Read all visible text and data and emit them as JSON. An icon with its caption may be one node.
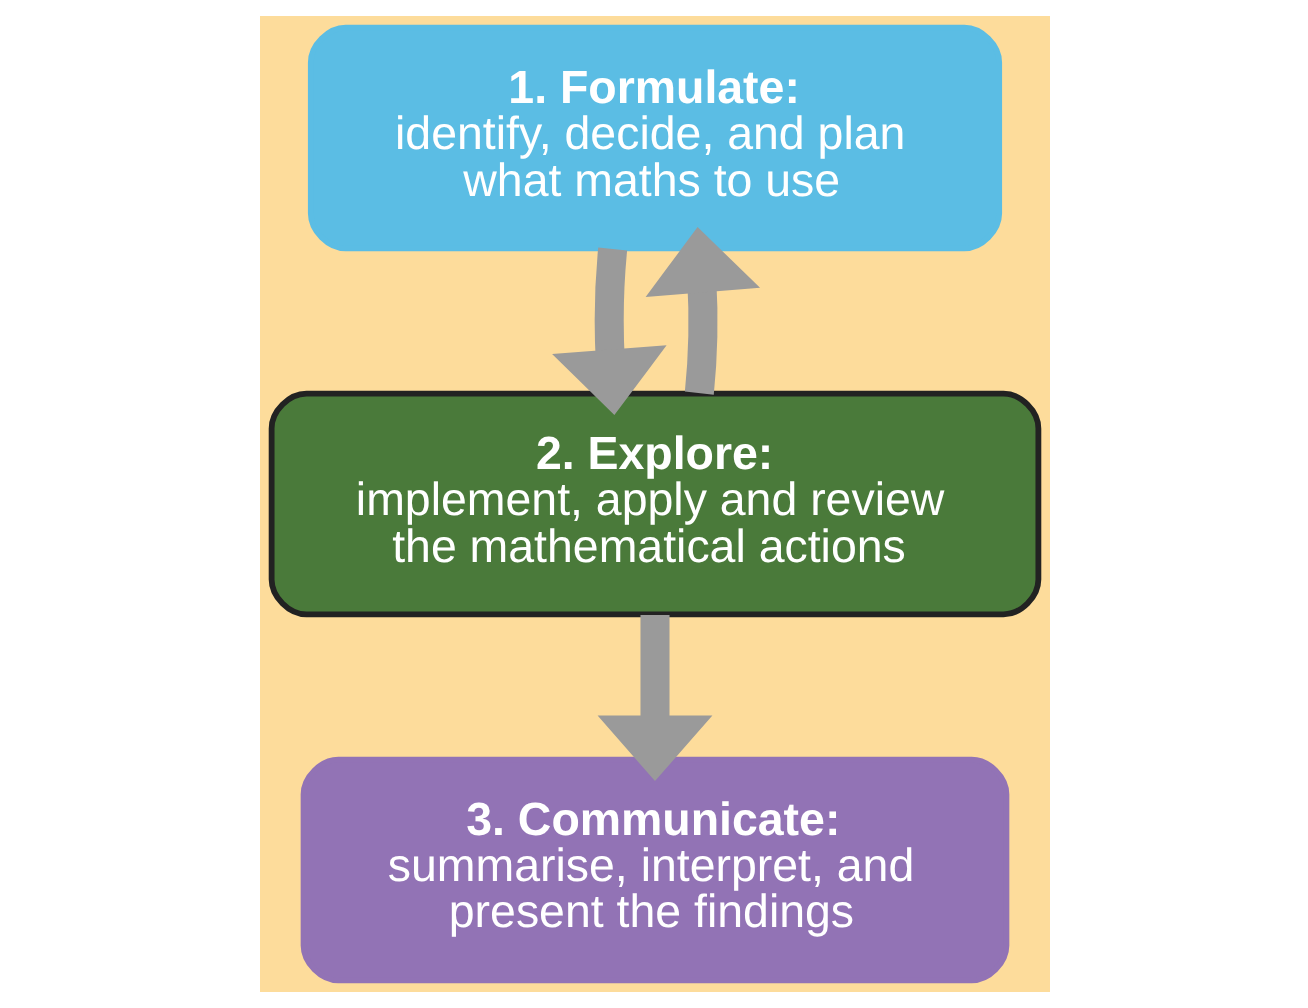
{
  "diagram": {
    "nodes": [
      {
        "text": [
          "1. Formulate:",
          "identify, decide, and plan what maths to use"
        ]
      },
      {
        "text": [
          "2. Explore:",
          "implement, apply and review the mathematical actions"
        ]
      },
      {
        "text": [
          "3. Communicate:",
          "summarise, interpret, and present the findings"
        ]
      }
    ],
    "edges": [
      {
        "from": 1,
        "to": 0,
        "arrow": "to"
      },
      {
        "from": 0,
        "to": 1,
        "arrow": "to"
      },
      {
        "from": 1,
        "to": 2,
        "arrow": "to"
      }
    ]
  }
}
